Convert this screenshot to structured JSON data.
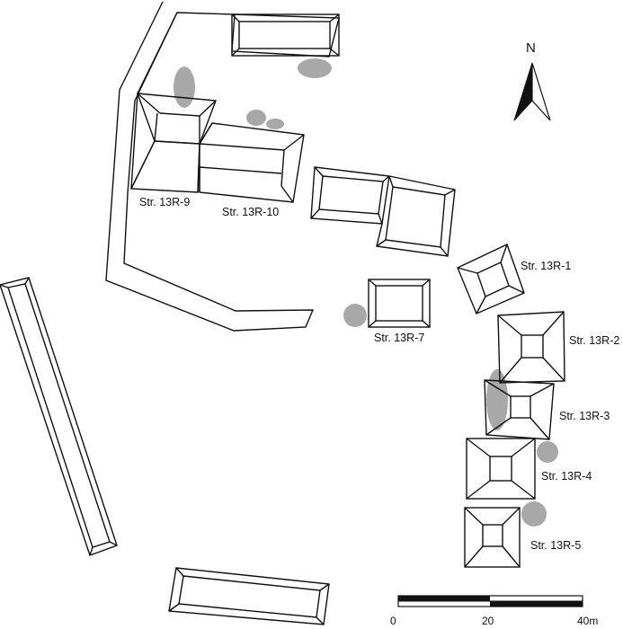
{
  "structure_labels": {
    "s13r1": "Str. 13R-1",
    "s13r2": "Str. 13R-2",
    "s13r3": "Str. 13R-3",
    "s13r4": "Str. 13R-4",
    "s13r5": "Str. 13R-5",
    "s13r7": "Str. 13R-7",
    "s13r9": "Str. 13R-9",
    "s13r10": "Str. 13R-10"
  },
  "north_arrow": {
    "label": "N"
  },
  "scale_bar": {
    "tick_labels": [
      "0",
      "20",
      "40m"
    ]
  },
  "colors": {
    "line": "#111111",
    "pit_fill": "#a8a8a8",
    "background": "#ffffff",
    "scale_dark": "#111111"
  }
}
